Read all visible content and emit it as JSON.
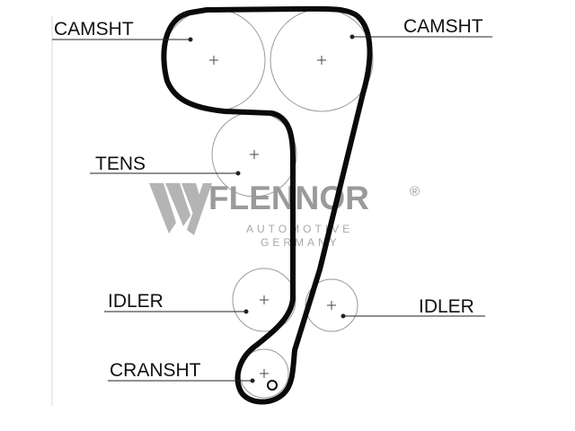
{
  "labels": {
    "camshaft_left": "CAMSHT",
    "camshaft_right": "CAMSHT",
    "tensioner": "TENS",
    "idler_left": "IDLER",
    "idler_right": "IDLER",
    "crankshaft": "CRANSHT"
  },
  "watermark": {
    "brand": "FLENNOR",
    "registered": "®",
    "line1": "AUTOMOTIVE",
    "line2": "GERMANY"
  },
  "colors": {
    "belt": "#0a0a0a",
    "pulley_outline": "#9a9a9a",
    "leader_line": "#222222",
    "watermark": "#9a9a9a"
  }
}
